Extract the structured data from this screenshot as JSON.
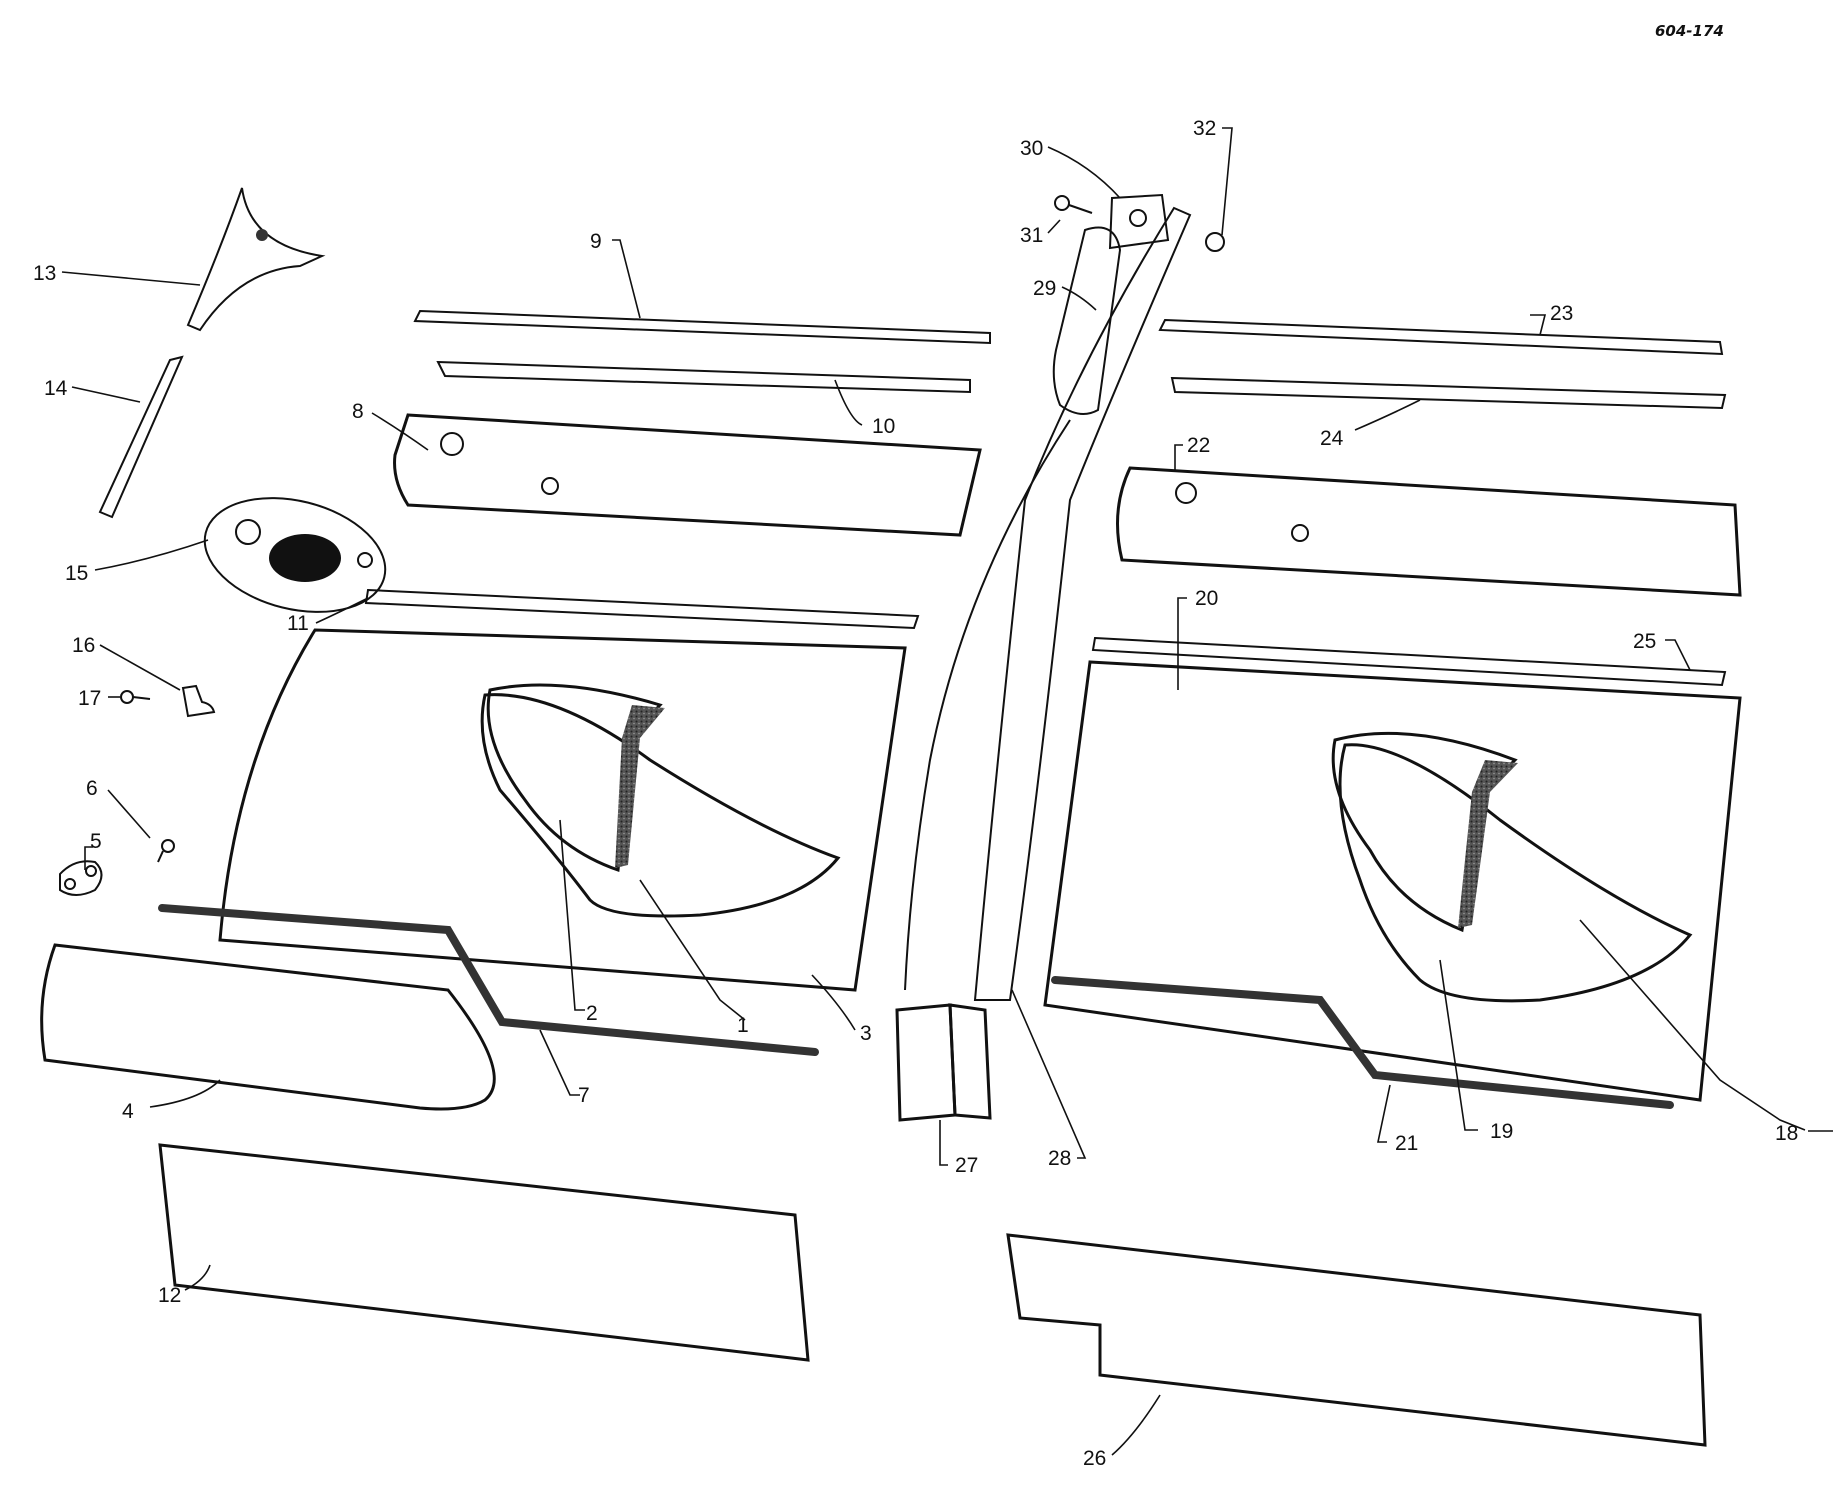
{
  "figure_id": "604-174",
  "callouts": [
    "1",
    "2",
    "3",
    "4",
    "5",
    "6",
    "7",
    "8",
    "9",
    "10",
    "11",
    "12",
    "13",
    "14",
    "15",
    "16",
    "17",
    "18",
    "19",
    "20",
    "21",
    "22",
    "23",
    "24",
    "25",
    "26",
    "27",
    "28",
    "29",
    "30",
    "31",
    "32"
  ],
  "colors": {
    "ink": "#111111",
    "panel": "#c9c9c9",
    "padding": "#d8d8d8",
    "mat": "#1a1a1a",
    "paper": "#ffffff"
  }
}
